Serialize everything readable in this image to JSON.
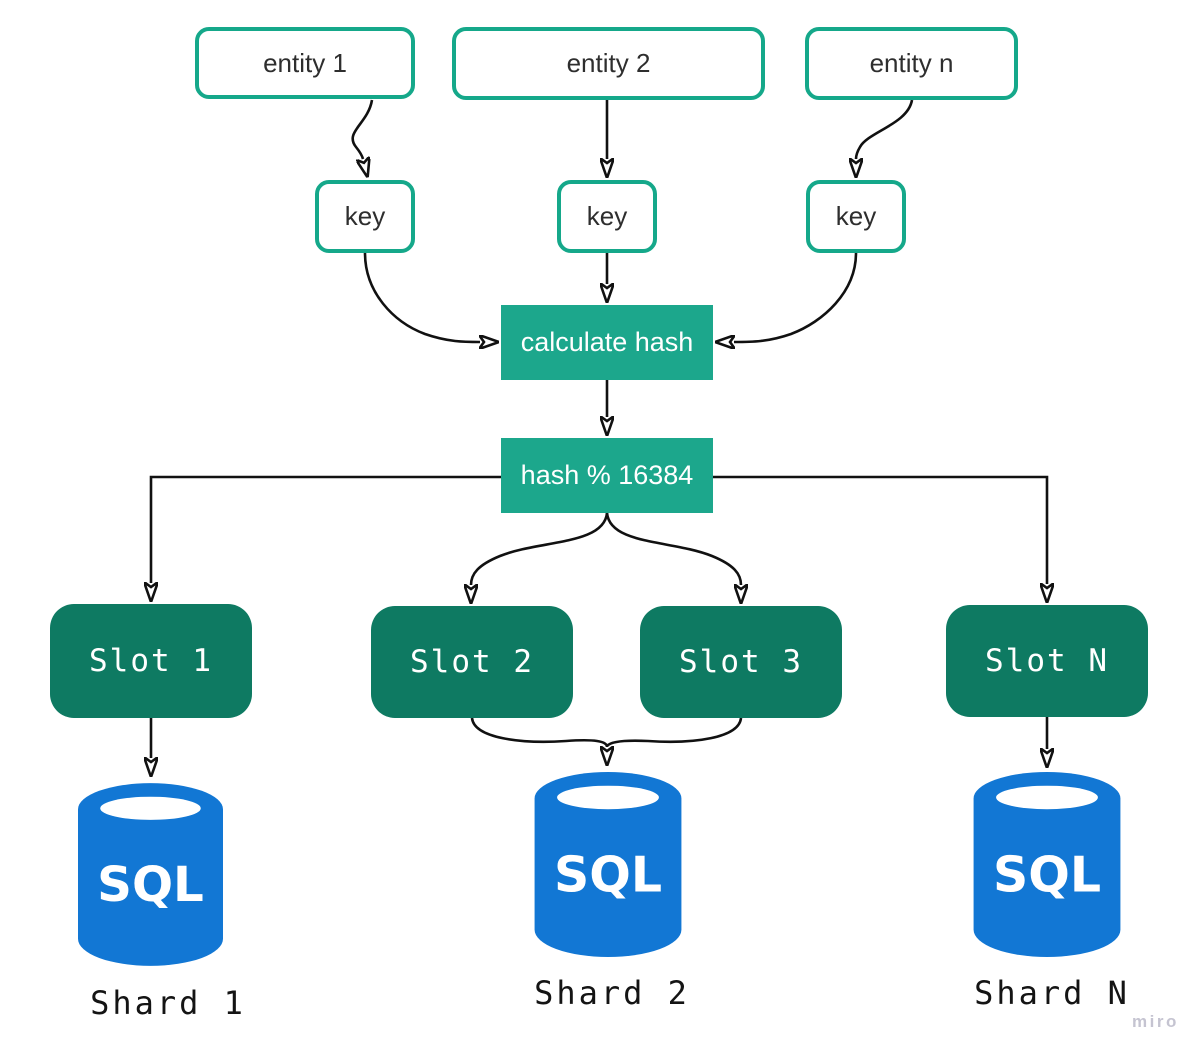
{
  "colors": {
    "node_outline": "#15a88a",
    "process_fill": "#1ca78c",
    "slot_fill": "#0e7a62",
    "database_blue": "#1277d4",
    "connector": "#111111",
    "node_text": "#2e2e2e",
    "label_text": "#141414",
    "watermark_text": "#c5c4d1",
    "background": "#ffffff"
  },
  "nodes": {
    "entity1": {
      "label": "entity 1"
    },
    "entity2": {
      "label": "entity 2"
    },
    "entityn": {
      "label": "entity n"
    },
    "key1": {
      "label": "key"
    },
    "key2": {
      "label": "key"
    },
    "key3": {
      "label": "key"
    },
    "calculate_hash": {
      "label": "calculate hash"
    },
    "hash_modulo": {
      "label": "hash % 16384"
    },
    "slot1": {
      "label": "Slot 1"
    },
    "slot2": {
      "label": "Slot 2"
    },
    "slot3": {
      "label": "Slot 3"
    },
    "slotN": {
      "label": "Slot N"
    },
    "shard1": {
      "db": "SQL",
      "label": "Shard 1"
    },
    "shard2": {
      "db": "SQL",
      "label": "Shard 2"
    },
    "shardN": {
      "db": "SQL",
      "label": "Shard N"
    }
  },
  "watermark": "miro"
}
